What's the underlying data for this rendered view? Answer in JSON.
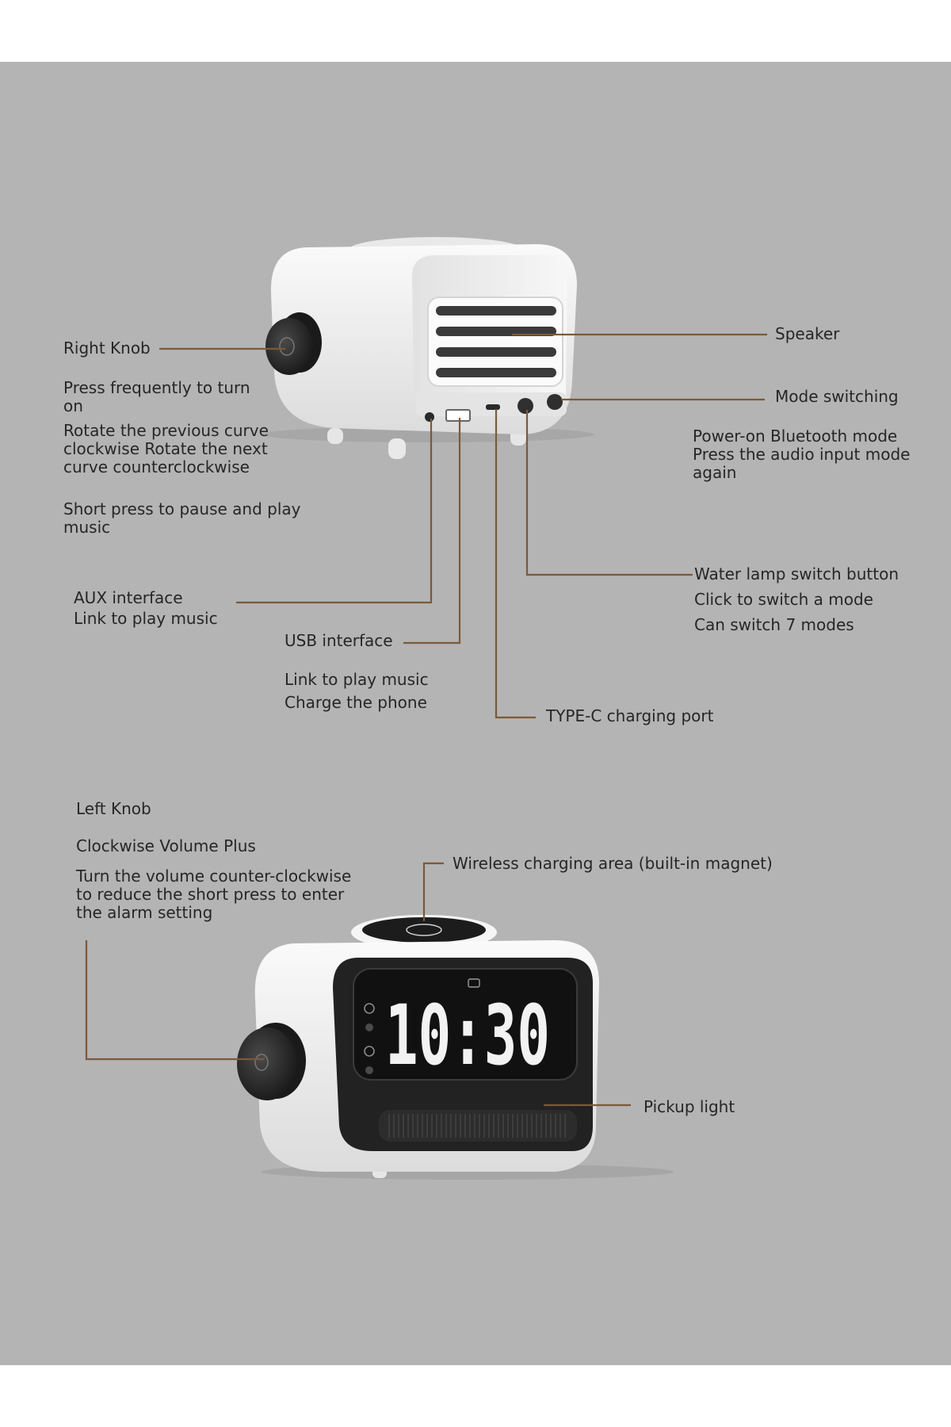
{
  "top_device": {
    "right_knob": {
      "title": "Right Knob",
      "line1": "Press frequently to turn on",
      "line2": "Rotate the previous curve clockwise Rotate the next curve counterclockwise",
      "line3": "Short press to pause and play music"
    },
    "aux": {
      "title": "AUX interface",
      "desc": "Link to play music"
    },
    "usb": {
      "title": "USB interface",
      "desc1": "Link to play music",
      "desc2": "Charge the phone"
    },
    "typec": {
      "title": "TYPE-C charging port"
    },
    "speaker": {
      "title": "Speaker"
    },
    "mode_switching": {
      "title": "Mode switching",
      "desc": "Power-on Bluetooth mode Press the audio input mode again"
    },
    "water_lamp": {
      "title": "Water lamp switch button",
      "desc1": "Click to switch a mode",
      "desc2": "Can switch 7 modes"
    }
  },
  "bottom_device": {
    "left_knob": {
      "title": "Left Knob",
      "line1": "Clockwise Volume Plus",
      "line2": "Turn the volume counter-clockwise to reduce the short press to enter the alarm setting"
    },
    "wireless": {
      "title": "Wireless charging area (built-in magnet)"
    },
    "pickup": {
      "title": "Pickup light"
    },
    "clock_display": "10:30"
  },
  "colors": {
    "background": "#b4b4b4",
    "callout_line": "#7a5a3a",
    "device_body": "#f4f4f4",
    "display_face": "#1f1f1f",
    "display_digits": "#f2f2f2"
  }
}
